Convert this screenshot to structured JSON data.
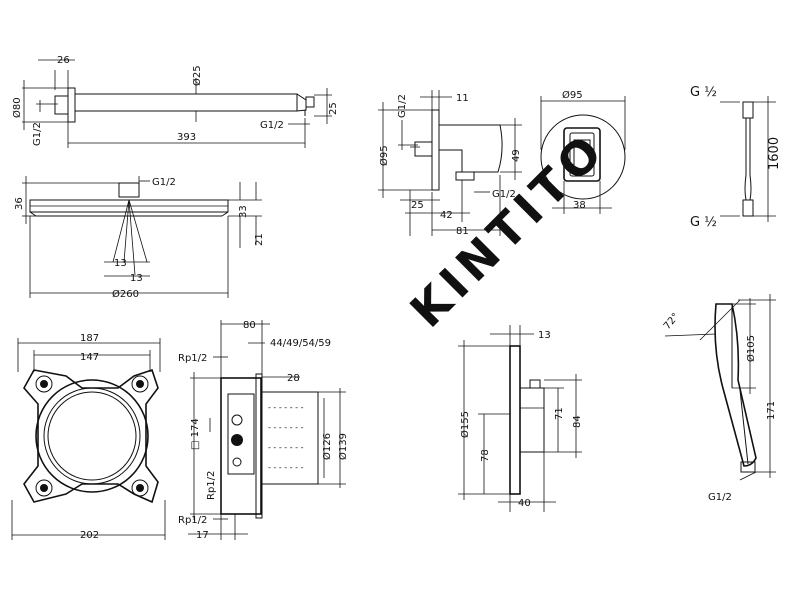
{
  "watermark": "KINTITO",
  "labels": {
    "arm_26": "26",
    "arm_d80": "Ø80",
    "arm_g12": "G1/2",
    "arm_d25": "Ø25",
    "arm_393": "393",
    "arm_g12b": "G1/2",
    "arm_25": "25",
    "head_36": "36",
    "head_g12": "G1/2",
    "head_33": "33",
    "head_21": "21",
    "head_13a": "13",
    "head_13b": "13",
    "head_d260": "Ø260",
    "wo_g12": "G1/2",
    "wo_11": "11",
    "wo_d95": "Ø95",
    "wo_25": "25",
    "wo_42": "42",
    "wo_81": "81",
    "wo_49": "49",
    "wo_g12b": "G1/2",
    "wo_d95b": "Ø95",
    "wo_38": "38",
    "hose_g12a": "G ½",
    "hose_1600": "1600",
    "hose_g12b": "G ½",
    "box_187": "187",
    "box_147": "147",
    "box_202": "202",
    "sec_80": "80",
    "sec_rp12a": "Rp1/2",
    "sec_depths": "44/49/54/59",
    "sec_28": "28",
    "sec_sq174": "□ 174",
    "sec_d126": "Ø126",
    "sec_d139": "Ø139",
    "sec_rp12b": "Rp1/2",
    "sec_rp12c": "Rp1/2",
    "sec_17": "17",
    "th_13": "13",
    "th_d155": "Ø155",
    "th_78": "78",
    "th_71": "71",
    "th_84": "84",
    "th_40": "40",
    "hs_72": "72°",
    "hs_d105": "Ø105",
    "hs_171": "171",
    "hs_g12": "G1/2"
  }
}
